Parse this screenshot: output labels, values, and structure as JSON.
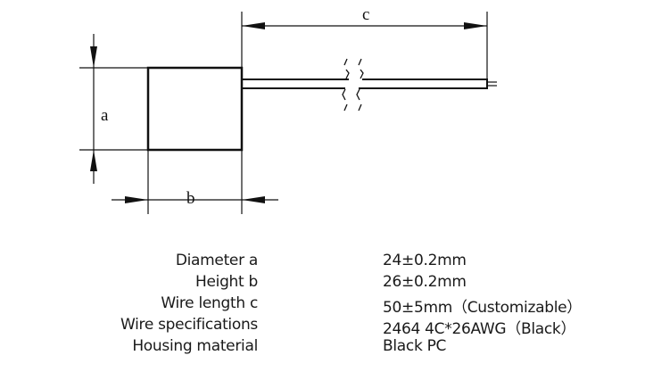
{
  "drawing": {
    "dimension_labels": {
      "a": "a",
      "b": "b",
      "c": "c"
    },
    "line_color": "#111111"
  },
  "specs": [
    {
      "label": "Diameter a",
      "value": "24±0.2mm"
    },
    {
      "label": "Height b",
      "value": "26±0.2mm"
    },
    {
      "label": "Wire length c",
      "value": "50±5mm（Customizable）"
    },
    {
      "label": "Wire specifications",
      "value": "2464 4C*26AWG（Black）"
    },
    {
      "label": "Housing material",
      "value": "Black PC"
    }
  ]
}
